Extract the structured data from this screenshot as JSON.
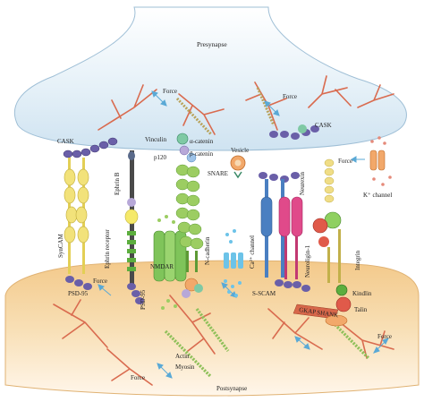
{
  "labels": {
    "presynapse": "Presynapse",
    "postsynapse": "Postsynapse",
    "force_top_left": "Force",
    "force_top_mid": "Force",
    "force_right": "Force",
    "force_left_mid": "Force",
    "force_bottom_left": "Force",
    "force_bottom_right": "Force",
    "cask_left": "CASK",
    "cask_right": "CASK",
    "vinculin": "Vinculin",
    "alpha_catenin": "α-catenin",
    "beta_catenin": "β-catenin",
    "p120": "p120",
    "vesicle": "Vesicle",
    "snare": "SNARE",
    "k_channel": "K⁺ channel",
    "syncam": "SynCAM",
    "ephrin_b": "Ephrin B",
    "ephrin_receptor": "Ephrin receptor",
    "psd95_left": "PSD-95",
    "psd95_mid": "PSD-95",
    "nmdar": "NMDAR",
    "n_cadherin": "N-cadherin",
    "ca_channel": "Ca²⁺ channel",
    "neurexin": "Neurexin",
    "neuroligin": "Neuroligin-1",
    "s_scam": "S-SCAM",
    "gkap": "GKAP",
    "shank": "SHANK",
    "integrin": "Integrin",
    "kindlin": "Kindlin",
    "talin": "Talin",
    "actin": "Actin",
    "myosin": "Myosin"
  },
  "colors": {
    "presynapse_fill": "#dcecf6",
    "postsynapse_fill": "#f6d9a6",
    "actin": "#d96b4f",
    "force_arrow": "#5aa9d6",
    "syncam": "#f2e27a",
    "neurexin": "#4a7fc1",
    "neuroligin": "#e04a8a",
    "cadherin": "#9ccd62",
    "nmdar": "#7fc45a",
    "integrin": "#f0dd86",
    "talin": "#e05a4a",
    "kindlin": "#5cae3e",
    "cask": "#6a5fa8",
    "ca_ions": "#6cc3e8",
    "k_ions": "#e58a7a"
  }
}
